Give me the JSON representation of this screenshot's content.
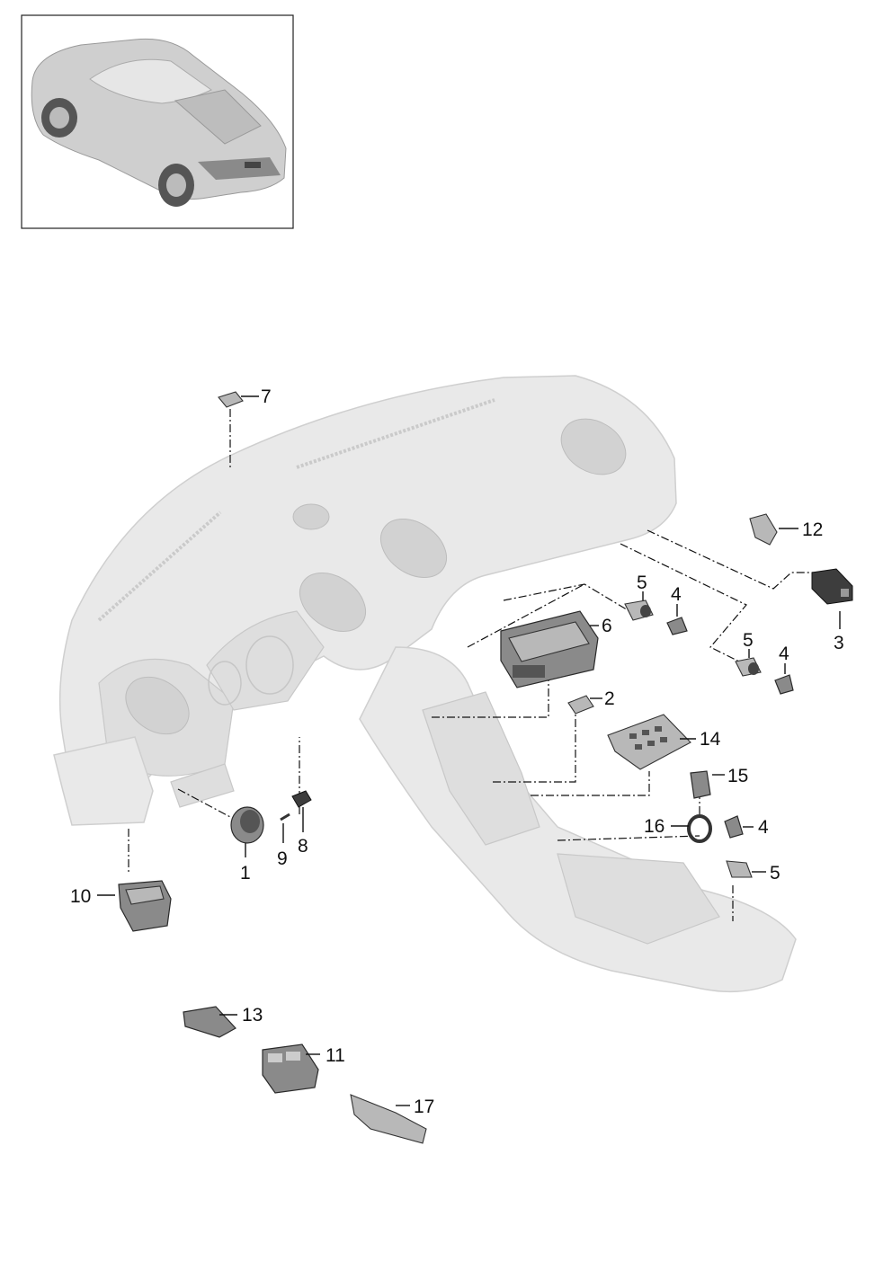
{
  "callouts": [
    {
      "id": "c1",
      "label": "1"
    },
    {
      "id": "c2",
      "label": "2"
    },
    {
      "id": "c3",
      "label": "3"
    },
    {
      "id": "c4a",
      "label": "4"
    },
    {
      "id": "c4b",
      "label": "4"
    },
    {
      "id": "c4c",
      "label": "4"
    },
    {
      "id": "c5a",
      "label": "5"
    },
    {
      "id": "c5b",
      "label": "5"
    },
    {
      "id": "c5c",
      "label": "5"
    },
    {
      "id": "c6",
      "label": "6"
    },
    {
      "id": "c7",
      "label": "7"
    },
    {
      "id": "c8",
      "label": "8"
    },
    {
      "id": "c9",
      "label": "9"
    },
    {
      "id": "c10",
      "label": "10"
    },
    {
      "id": "c11",
      "label": "11"
    },
    {
      "id": "c12",
      "label": "12"
    },
    {
      "id": "c13",
      "label": "13"
    },
    {
      "id": "c14",
      "label": "14"
    },
    {
      "id": "c15",
      "label": "15"
    },
    {
      "id": "c16",
      "label": "16"
    },
    {
      "id": "c17",
      "label": "17"
    }
  ],
  "colors": {
    "ghost_fill": "#e9e9e9",
    "part_fill": "#8a8a8a",
    "line": "#111111"
  },
  "icons": {
    "vehicle": "car-thumbnail-icon"
  }
}
